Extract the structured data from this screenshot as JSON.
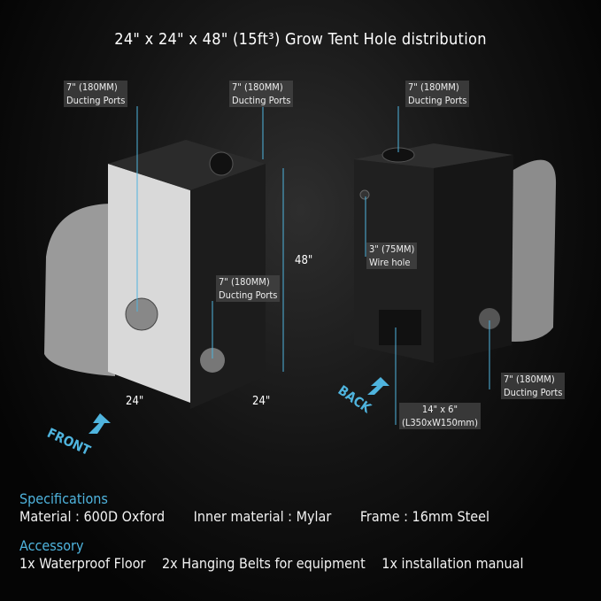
{
  "title": "24\" x 24\" x 48\" (15ft³) Grow Tent Hole distribution",
  "labels": {
    "front_top_left": [
      "7\" (180MM)",
      "Ducting Ports"
    ],
    "front_top_right": [
      "7\" (180MM)",
      "Ducting Ports"
    ],
    "front_side": [
      "7\" (180MM)",
      "Ducting Ports"
    ],
    "back_top": [
      "7\" (180MM)",
      "Ducting Ports"
    ],
    "back_wire": [
      "3\" (75MM)",
      "Wire hole"
    ],
    "back_side": [
      "7\" (180MM)",
      "Ducting Ports"
    ],
    "back_vent": [
      "14\" x 6\"",
      "(L350xW150mm)"
    ]
  },
  "dimensions": {
    "height": "48\"",
    "width": "24\"",
    "depth": "24\""
  },
  "directions": {
    "front": "FRONT",
    "back": "BACK"
  },
  "specifications": {
    "heading": "Specifications",
    "items": [
      "Material : 600D Oxford",
      "Inner material : Mylar",
      "Frame : 16mm Steel"
    ]
  },
  "accessory": {
    "heading": "Accessory",
    "items": [
      "1x Waterproof Floor",
      "2x  Hanging Belts for equipment",
      "1x installation manual"
    ]
  },
  "colors": {
    "accent": "#4fb4de",
    "background": "#0a0a0a"
  }
}
